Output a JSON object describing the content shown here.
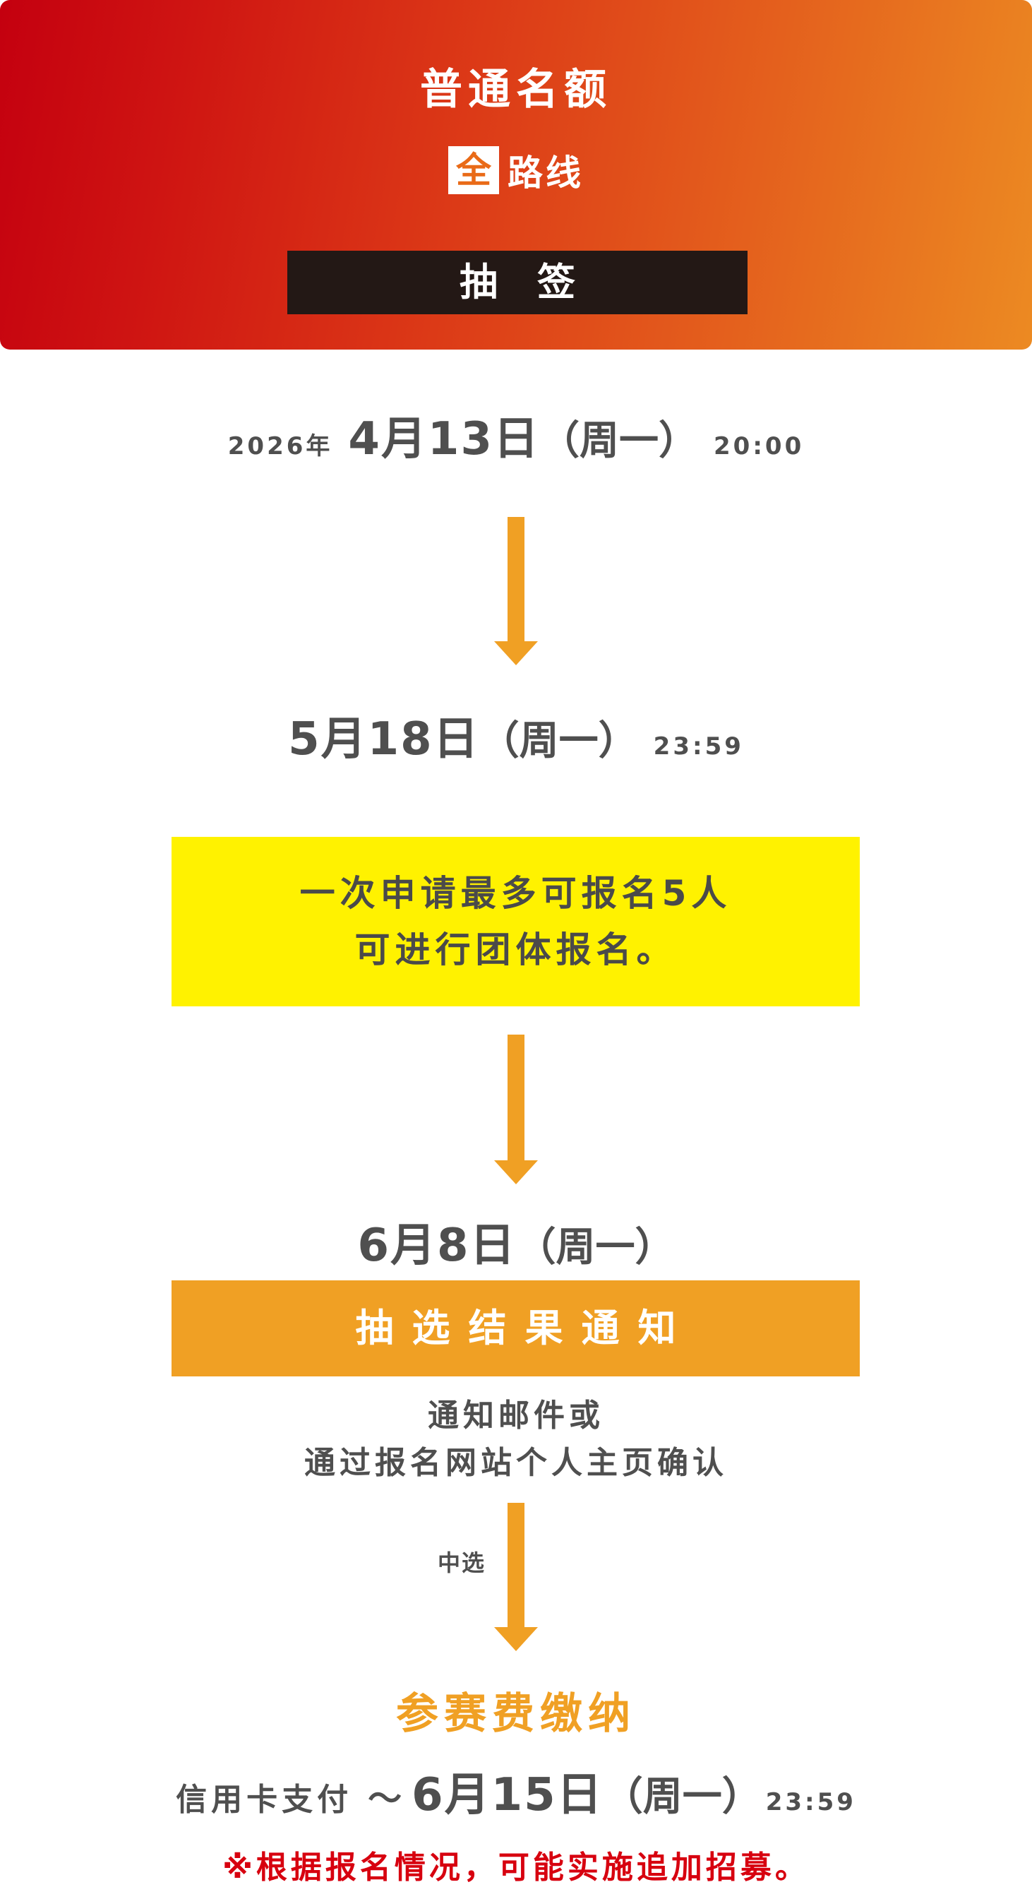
{
  "header": {
    "title": "普通名额",
    "route_badge": "全",
    "route_label": "路线",
    "method": "抽签"
  },
  "timeline": {
    "start": {
      "year": "2026年",
      "date": "4月13日",
      "weekday": "（周一）",
      "time": "20:00"
    },
    "end": {
      "date": "5月18日",
      "weekday": "（周一）",
      "time": "23:59"
    },
    "info_box": {
      "line1": "一次申请最多可报名5人",
      "line2": "可进行团体报名。"
    },
    "result_date": {
      "date": "6月8日",
      "weekday": "（周一）"
    },
    "result_label": "抽选结果通知",
    "result_note": {
      "line1": "通知邮件或",
      "line2": "通过报名网站个人主页确认"
    },
    "selected_label": "中选",
    "fee_title": "参赛费缴纳",
    "payment": {
      "method": "信用卡支付",
      "tilde": "～",
      "date": "6月15日",
      "weekday": "（周一）",
      "time": "23:59"
    },
    "footnote": "※根据报名情况，可能实施追加招募。"
  },
  "colors": {
    "header_gradient_start": "#c4000f",
    "header_gradient_end": "#ec8a22",
    "accent_orange": "#f0a024",
    "highlight_yellow": "#fff200",
    "dark_bar": "#231815",
    "warning_red": "#d7000f",
    "text_gray": "#4f4f4f"
  },
  "icons": [
    "arrow-down-icon"
  ]
}
